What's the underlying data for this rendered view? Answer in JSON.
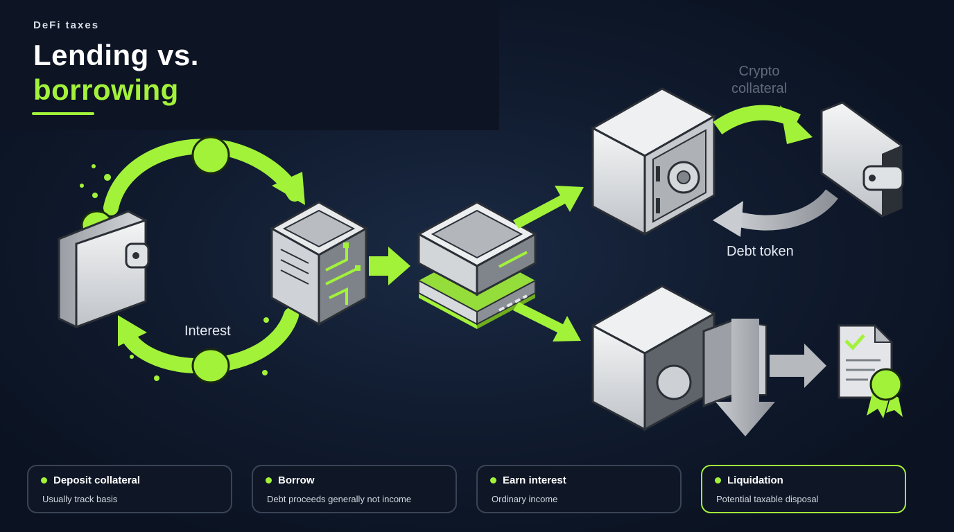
{
  "header": {
    "eyebrow": "DeFi taxes",
    "title_line1": "Lending vs.",
    "title_line2": "borrowing"
  },
  "diagram": {
    "labels": {
      "interest": "Interest",
      "crypto_collateral_1": "Crypto",
      "crypto_collateral_2": "collateral",
      "debt_token": "Debt token"
    },
    "icons": [
      "wallet-icon",
      "coin-icon",
      "protocol-cube-icon",
      "lending-pool-icon",
      "safe-icon",
      "open-safe-icon",
      "certificate-icon",
      "arrow-icon"
    ]
  },
  "cards": [
    {
      "title": "Deposit collateral",
      "subtitle": "Usually track basis"
    },
    {
      "title": "Borrow",
      "subtitle": "Debt proceeds generally not income"
    },
    {
      "title": "Earn interest",
      "subtitle": "Ordinary income"
    },
    {
      "title": "Liquidation",
      "subtitle": "Potential taxable disposal"
    }
  ],
  "colors": {
    "accent": "#a3f23a",
    "background": "#111c30",
    "card_border": "#3a4456"
  }
}
